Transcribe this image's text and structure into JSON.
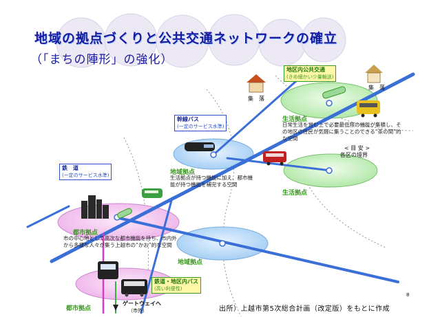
{
  "title": "地域の拠点づくりと公共交通ネットワークの確立",
  "subtitle": "（「まちの陣形」の強化）",
  "labels": {
    "local_transit_head": "地区内公共交通",
    "local_transit_sub": "(きめ細かい少量輸送)",
    "settlement_left": "集　落",
    "settlement_right": "集　落",
    "life_hub_upper": "生活拠点",
    "life_hub_desc": "日常生活を営む上で必要最低限の機能が集積し、その地区の住民が気軽に集うことのできる“茶の間”的な空間",
    "guide_line1": "< 目 安 >",
    "guide_line2": "各区の境界",
    "life_hub_lower": "生活拠点",
    "bus_head": "幹線バス",
    "bus_sub": "(一定のサービス水準)",
    "regional_hub_upper": "地域拠点",
    "regional_hub_desc": "生活拠点が持つ機能に加え、都市機能が持つ機能を補完する空間",
    "rail_head": "鉄　道",
    "rail_sub": "(一定のサービス水準)",
    "urban_hub_upper": "都市拠点",
    "urban_hub_desc": "市の中心地として高次な都市機能を持ち、市内外から多様な人々が集う上越市の“かお”的な空間",
    "regional_hub_lower": "地域拠点",
    "rail_bus_head": "鉄道・地区内バス",
    "rail_bus_sub": "(高い利便性)",
    "urban_hub_lower": "都市拠点",
    "gateway": "ゲートウェイへ",
    "gateway_sub": "（市外）",
    "page_number": "8",
    "credit": "出所）上越市第5次総合計画（改定版）をもとに作成"
  },
  "colors": {
    "title": "#1a1aa0",
    "rail_line": "#3a6fd8",
    "green_label": "#3a9a20",
    "urban_disc": "#f0b8ec",
    "regional_disc": "#a8d0f4",
    "life_disc": "#b8ecb0",
    "background_circles": "#ece8f4"
  }
}
